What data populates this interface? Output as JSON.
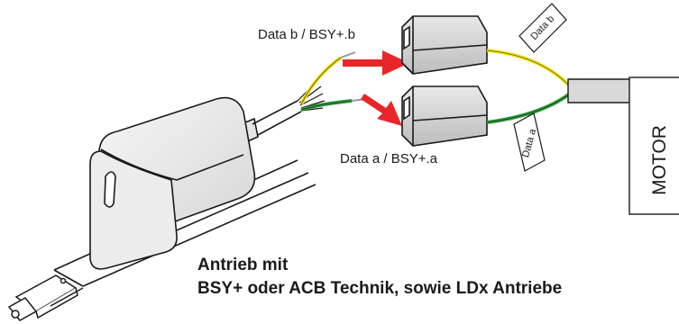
{
  "labels": {
    "connector_b": "Data b / BSY+.b",
    "connector_a": "Data a / BSY+.a",
    "tag_b": "Data b",
    "tag_a": "Data a",
    "motor": "MOTOR"
  },
  "caption": {
    "line1": "Antrieb mit",
    "line2": "BSY+ oder ACB Technik, sowie LDx Antriebe"
  },
  "colors": {
    "wire_b": "#f2e21a",
    "wire_a": "#2f9a3a",
    "arrow": "#e8262a",
    "connector": "#d9d9d9",
    "connector_dark": "#b3b3b3",
    "outline": "#1a1a1a"
  }
}
